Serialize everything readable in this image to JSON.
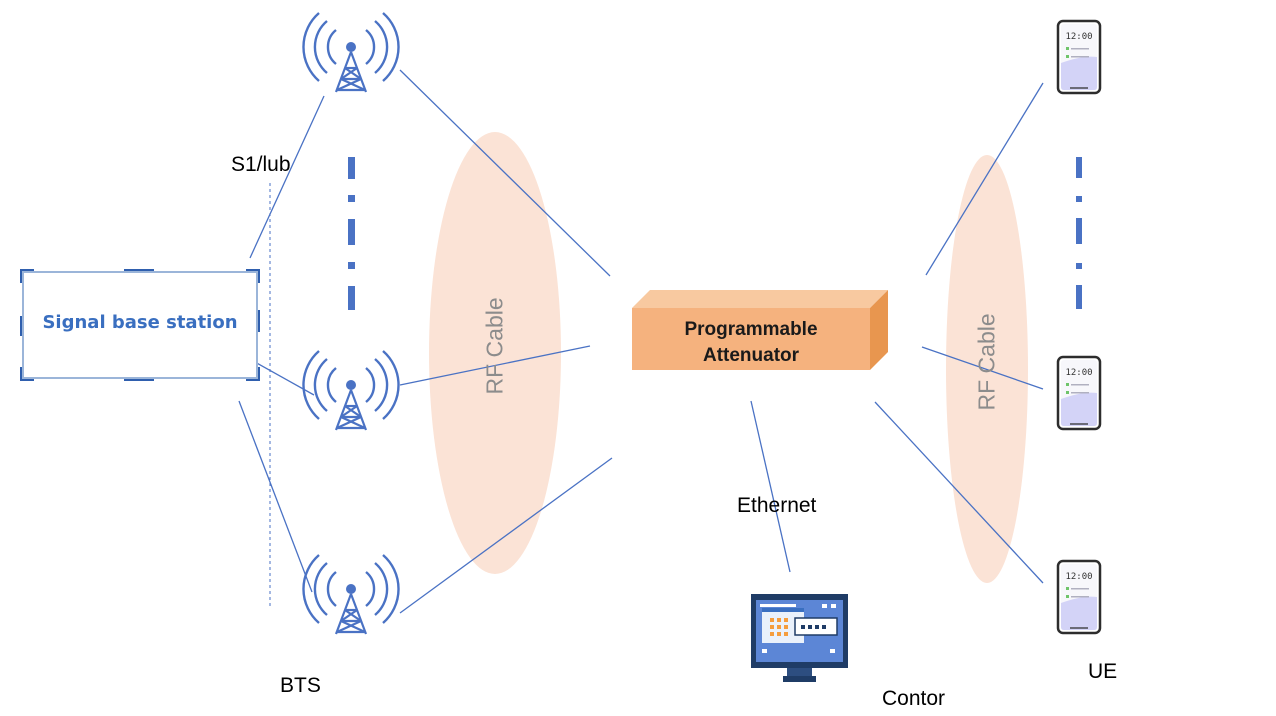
{
  "labels": {
    "s1": "S1/lub",
    "base_station": "Signal base station",
    "attenuator_line1": "Programmable",
    "attenuator_line2": "Attenuator",
    "rf_left": "RF Cable",
    "rf_right": "RF Cable",
    "ethernet": "Ethernet",
    "bts": "BTS",
    "ue": "UE",
    "controller": "Contor",
    "phone_time": "12:00"
  },
  "colors": {
    "line": "#4a72c4",
    "rf_ellipse": "#fbe3d6",
    "attenuator": "#f5b27e",
    "attenuator_top": "#f8c9a0",
    "attenuator_side": "#e8964f",
    "accent_blue": "#3a6fc0"
  },
  "icons": {
    "tower": "antenna-tower-icon",
    "phone": "smartphone-icon",
    "monitor": "computer-monitor-icon"
  }
}
